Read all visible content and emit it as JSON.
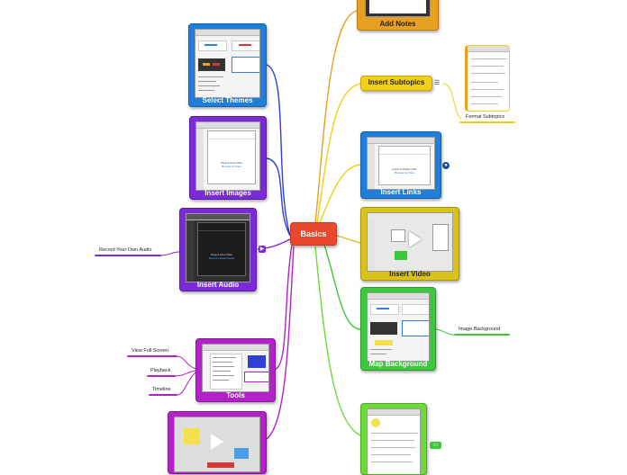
{
  "colors": {
    "root": "#e8492c",
    "blue": "#1f7ed8",
    "purple": "#7b2ad8",
    "darkblue": "#2f3fd6",
    "magenta": "#b421c9",
    "yellow": "#f1cf17",
    "olive": "#d9c219",
    "green": "#3cc83c",
    "lime": "#6ed93a",
    "orange": "#e8a020"
  },
  "root": {
    "label": "Basics"
  },
  "nodes": {
    "add_notes": {
      "label": "Add Notes"
    },
    "select_themes": {
      "label": "Select Themes"
    },
    "insert_images": {
      "label": "Insert Images"
    },
    "insert_audio": {
      "label": "Insert Audio"
    },
    "tools": {
      "label": "Tools"
    },
    "insert_subtopics": {
      "label": "Insert Subtopics"
    },
    "insert_links": {
      "label": "Insert Links"
    },
    "insert_video": {
      "label": "Insert Video"
    },
    "map_background": {
      "label": "Map Background"
    }
  },
  "leaves": {
    "record_audio": "Record Your Own Audio",
    "view_full_screen": "View Full Screen",
    "playback": "Playback",
    "timeline": "Timeline",
    "image_background": "Image Background",
    "format_subtopics": "Format Subtopics"
  },
  "thumb_text": {
    "drop_files": "Drag & Drop Files",
    "browse": "Browse for Files",
    "insert_link": "Insert or Paste Links",
    "record": "Record  Upload Audio"
  },
  "icons": {
    "subtopics": "list-icon",
    "links": "link-globe-icon",
    "audio": "play-icon",
    "notes": "comment-icon"
  }
}
